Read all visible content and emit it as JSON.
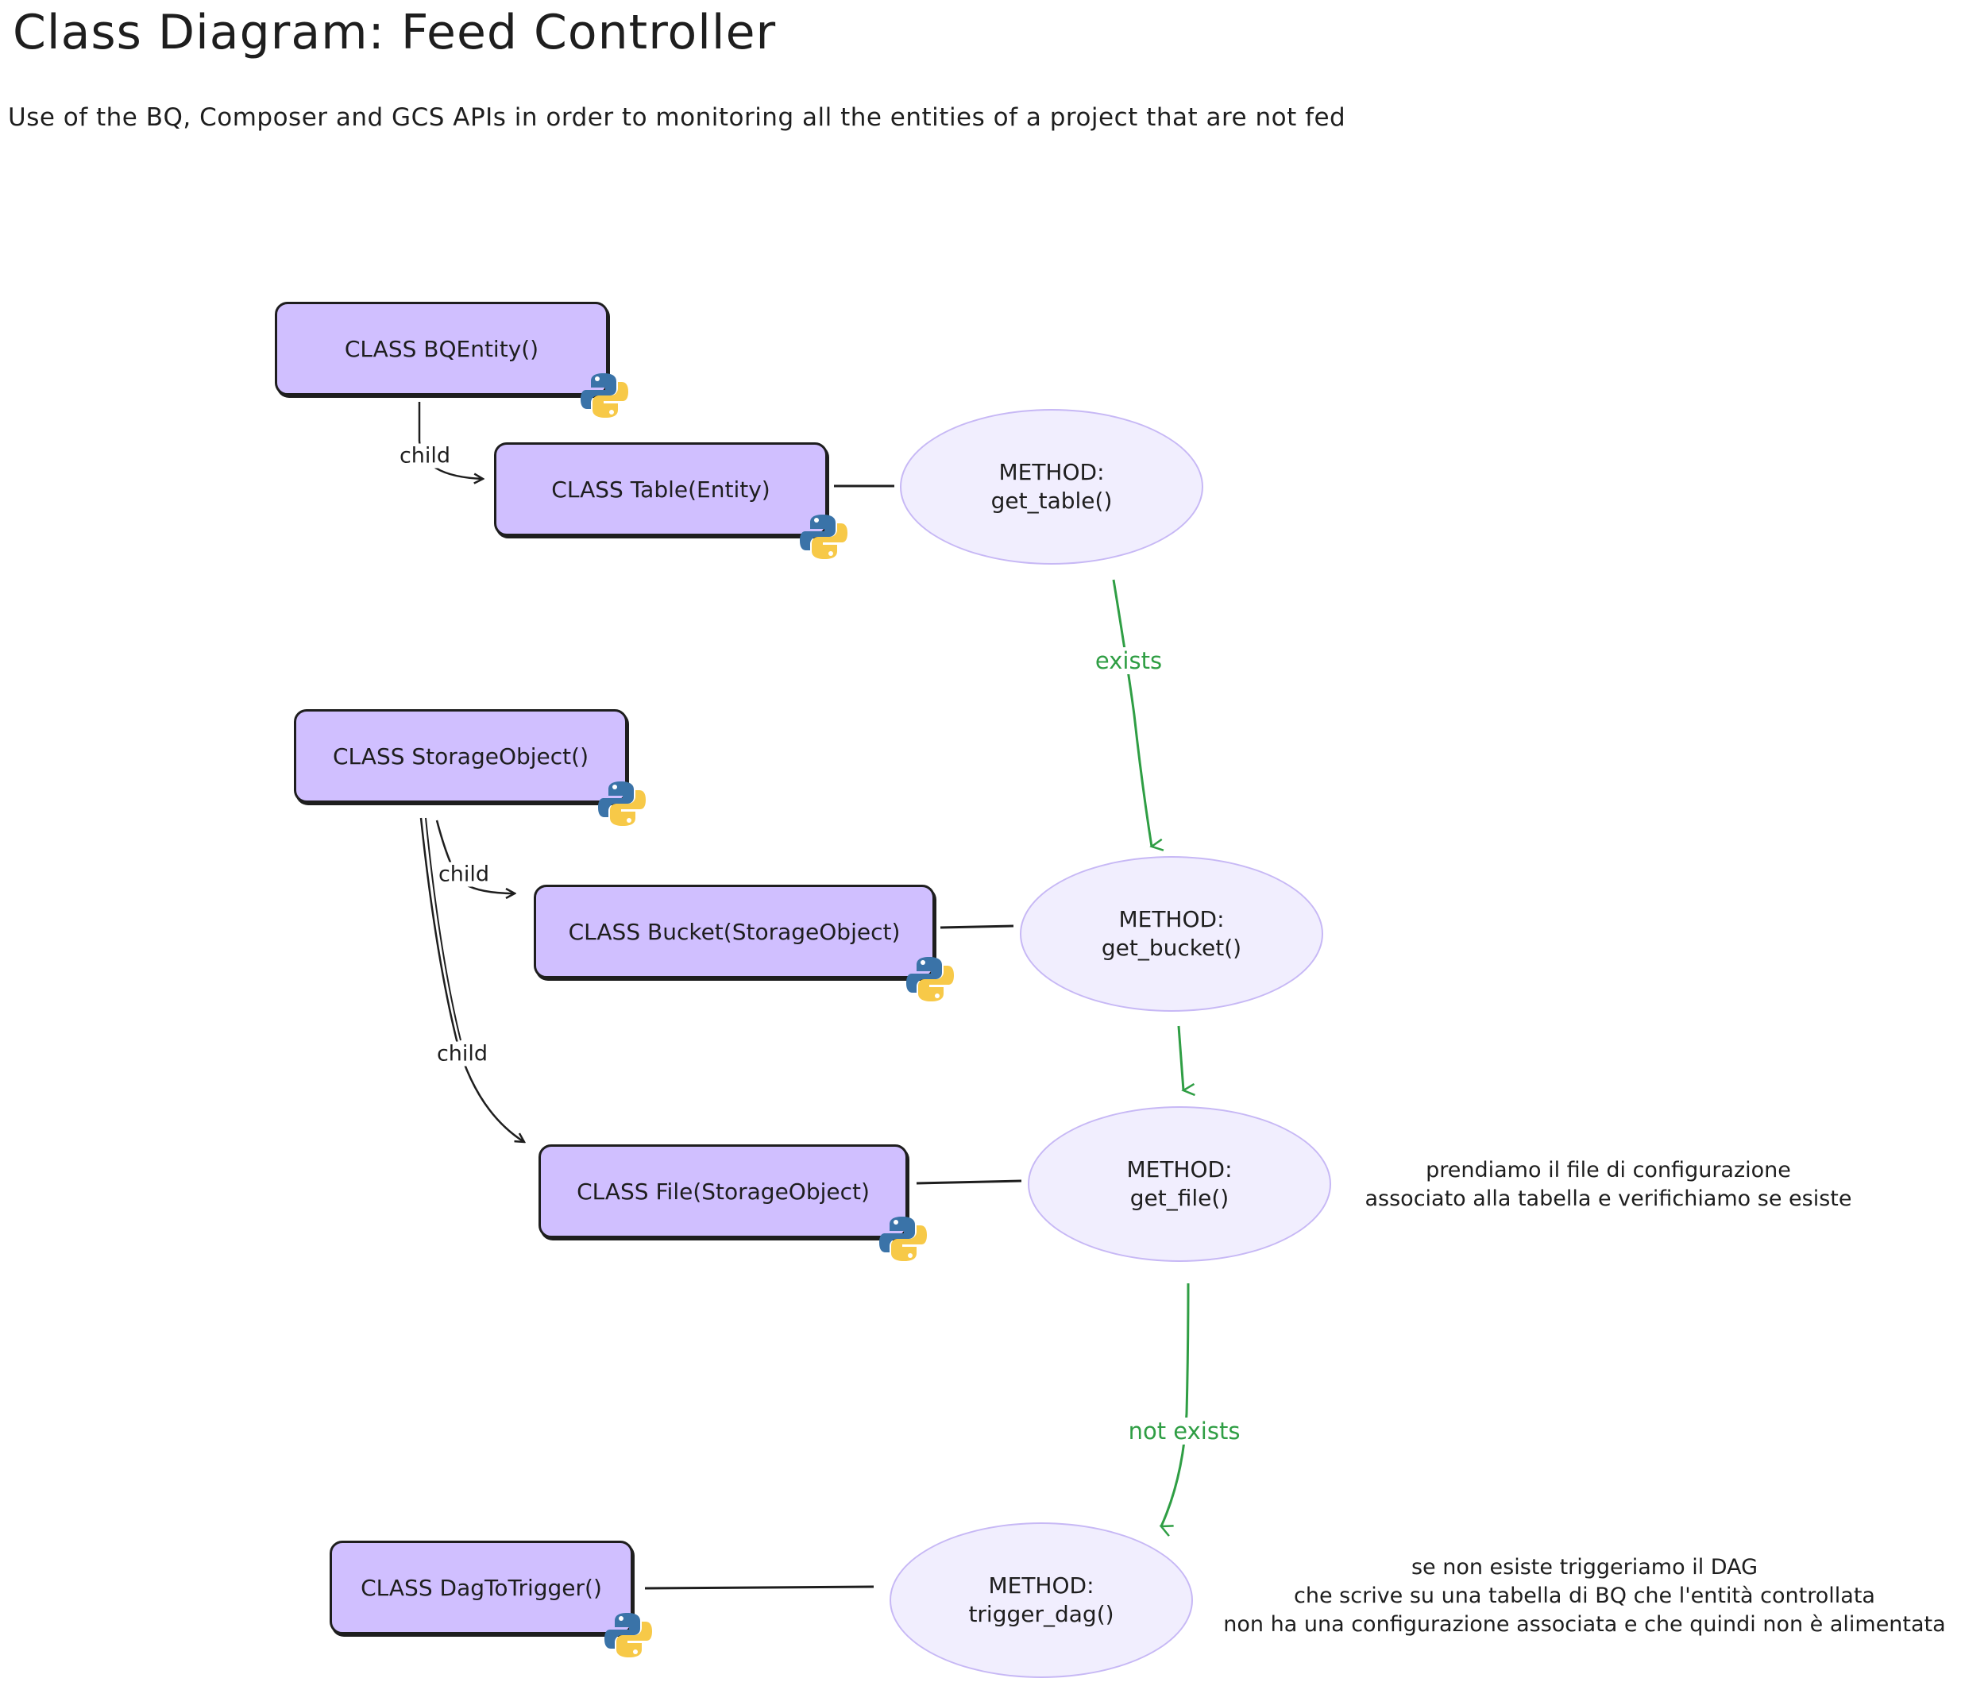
{
  "title": "Class Diagram: Feed Controller",
  "subtitle": "Use of the BQ, Composer and GCS APIs in order to monitoring all the entities of a project that are not fed",
  "classes": {
    "bqentity": "CLASS BQEntity()",
    "table": "CLASS Table(Entity)",
    "storage_object": "CLASS StorageObject()",
    "bucket": "CLASS Bucket(StorageObject)",
    "file": "CLASS File(StorageObject)",
    "dag_to_trigger": "CLASS DagToTrigger()"
  },
  "methods": {
    "get_table": {
      "kind": "METHOD:",
      "name": "get_table()"
    },
    "get_bucket": {
      "kind": "METHOD:",
      "name": "get_bucket()"
    },
    "get_file": {
      "kind": "METHOD:",
      "name": "get_file()"
    },
    "trigger_dag": {
      "kind": "METHOD:",
      "name": "trigger_dag()"
    }
  },
  "edge_labels": {
    "child_table": "child",
    "child_bucket": "child",
    "child_file": "child",
    "exists": "exists",
    "not_exists": "not exists"
  },
  "notes": {
    "get_file": [
      "prendiamo il file di configurazione",
      "associato alla tabella e verifichiamo se esiste"
    ],
    "trigger_dag": [
      "se non esiste triggeriamo il DAG",
      "che scrive su una tabella di BQ che l'entità controllata",
      "non ha una configurazione associata e che quindi non è alimentata"
    ]
  },
  "colors": {
    "class_fill": "#d0bfff",
    "method_fill": "#f1eefe",
    "method_stroke": "#c7b8f5",
    "flow_green": "#2f9e44",
    "python_blue": "#3a73a8",
    "python_yellow": "#f7c948"
  },
  "icons": {
    "class_badge": "python-logo-icon"
  }
}
